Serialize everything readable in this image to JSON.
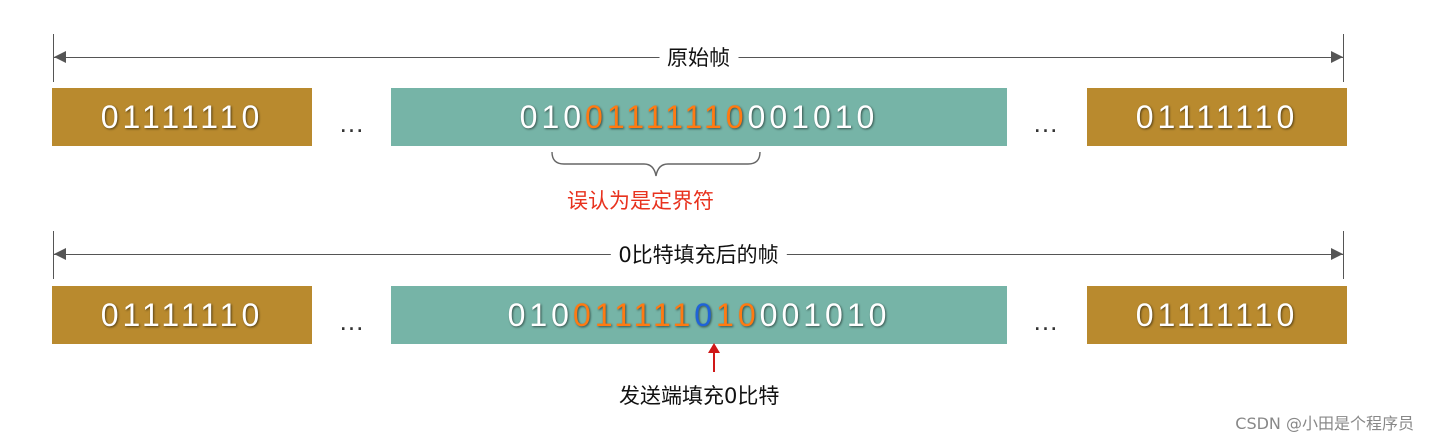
{
  "row1": {
    "label": "原始帧",
    "flag_left": "01111110",
    "dots_left": "...",
    "data_prefix": "010",
    "data_flag": "01111110",
    "data_suffix": "001010",
    "dots_right": "...",
    "flag_right": "01111110",
    "annotation": "误认为是定界符"
  },
  "row2": {
    "label": "0比特填充后的帧",
    "flag_left": "01111110",
    "dots_left": "...",
    "data_prefix": "010",
    "data_ones": "011111",
    "data_stuffed": "0",
    "data_rest": "10",
    "data_suffix": "001010",
    "dots_right": "...",
    "flag_right": "01111110",
    "annotation": "发送端填充0比特"
  },
  "colors": {
    "flag_box": "#b98a2e",
    "data_box": "#76b4a7",
    "highlight": "#ff7a12",
    "stuffed_bit": "#1f63d8",
    "annotation_red": "#e8321e",
    "arrow": "#d01818"
  },
  "watermark": "CSDN @小田是个程序员"
}
